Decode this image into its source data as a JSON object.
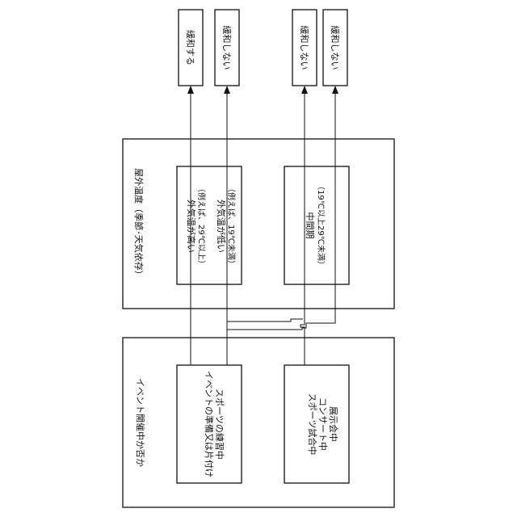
{
  "groups": {
    "outdoor": {
      "label": "屋外温度（季節･天気依存）"
    },
    "event": {
      "label": "イベント開催中か否か"
    }
  },
  "conditions": {
    "high_low": {
      "line1": "外気温が高い",
      "line2": "（例えば、29℃以上）",
      "line3": "外気温が低い",
      "line4": "（例えば、19℃未満）"
    },
    "mid": {
      "line1": "中間期",
      "line2": "（19℃以上29℃未満）"
    }
  },
  "events": {
    "prep": {
      "line1": "イベントの準備又は片付け",
      "line2": "スポーツの練習中"
    },
    "live": {
      "line1": "スポーツ試合中",
      "line2": "コンサート中",
      "line3": "展示会中"
    }
  },
  "outcomes": [
    "緩和する",
    "緩和しない",
    "緩和しない",
    "緩和しない"
  ]
}
